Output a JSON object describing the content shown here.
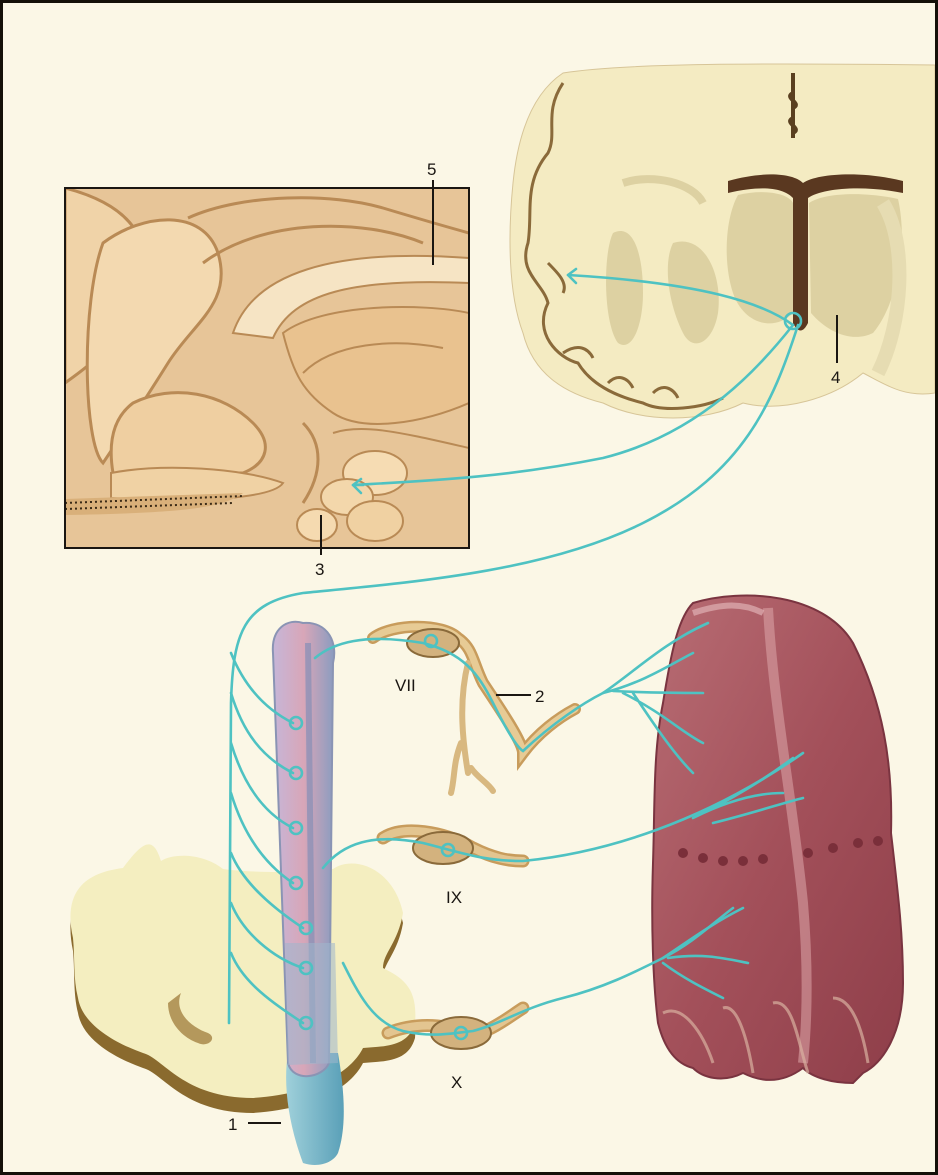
{
  "labels": {
    "l1": "1",
    "l2": "2",
    "l3": "3",
    "l4": "4",
    "l5": "5",
    "vii": "VII",
    "ix": "IX",
    "x": "X"
  },
  "colors": {
    "pathway": "#4ec2c2",
    "brain": "#e9c99c",
    "brain_dark": "#c89862",
    "cortex_section": "#f4ebc2",
    "grey_matter": "#ddd1a2",
    "brainstem_section": "#f4eec0",
    "brainstem_edge": "#8a6a2e",
    "nucleus": "#b9a8c6",
    "tongue": "#a8545e",
    "ganglion": "#d3b27e",
    "frame": "#141008"
  }
}
